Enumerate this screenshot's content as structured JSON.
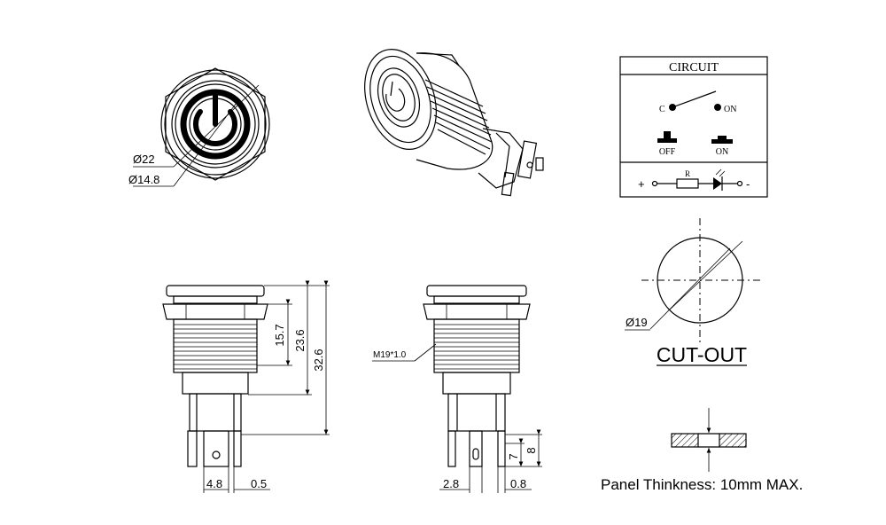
{
  "top_view": {
    "outer_diameter_label": "Ø22",
    "ring_diameter_label": "Ø14.8"
  },
  "circuit_box": {
    "title": "CIRCUIT",
    "terminal_c": "C",
    "terminal_on": "ON",
    "state_off": "OFF",
    "state_on": "ON",
    "resistor_label": "R",
    "plus": "+",
    "minus": "-"
  },
  "side_view_left": {
    "dim_15_7": "15.7",
    "dim_23_6": "23.6",
    "dim_32_6": "32.6",
    "dim_4_8": "4.8",
    "dim_0_5": "0.5"
  },
  "side_view_right": {
    "thread_label": "M19*1.0",
    "dim_7": "7",
    "dim_8": "8",
    "dim_2_8": "2.8",
    "dim_0_8": "0.8"
  },
  "cutout": {
    "diameter_label": "Ø19",
    "title": "CUT-OUT"
  },
  "panel": {
    "note": "Panel Thinkness: 10mm MAX."
  }
}
